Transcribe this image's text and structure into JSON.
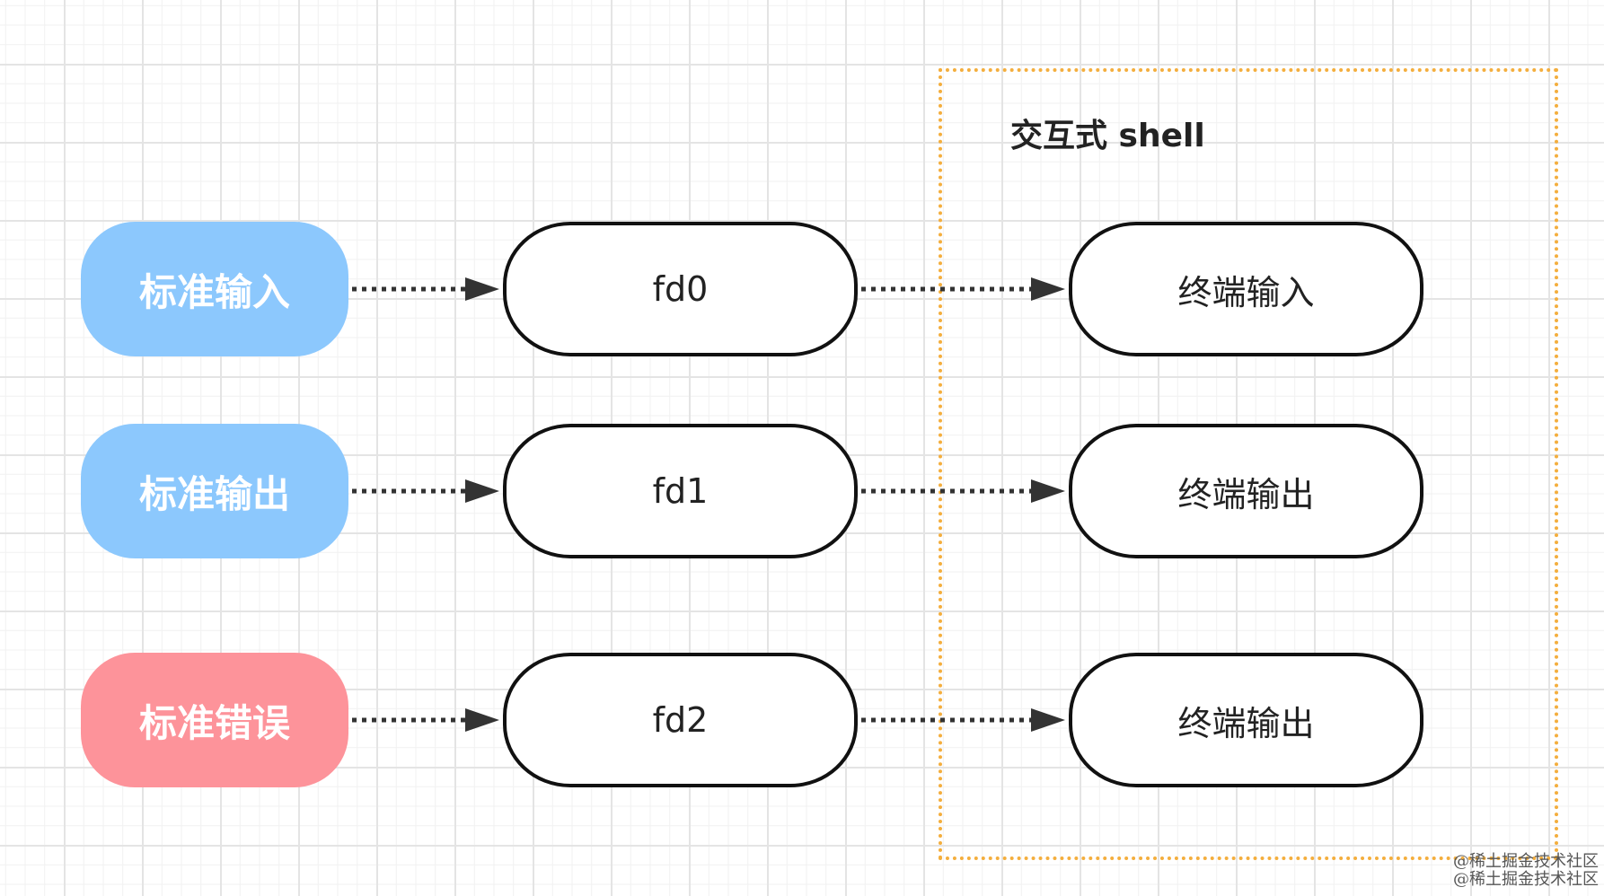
{
  "colors": {
    "input_source": "#8cc8fd",
    "output_source": "#8cc8fd",
    "error_source": "#fd939a",
    "group_border": "#f4ae3d",
    "node_border": "#111111",
    "arrow": "#333333"
  },
  "group": {
    "title": "交互式 shell"
  },
  "rows": [
    {
      "source": "标准输入",
      "fd": "fd0",
      "terminal": "终端输入"
    },
    {
      "source": "标准输出",
      "fd": "fd1",
      "terminal": "终端输出"
    },
    {
      "source": "标准错误",
      "fd": "fd2",
      "terminal": "终端输出"
    }
  ],
  "watermark": {
    "line1": "@稀土掘金技术社区",
    "line2": "@稀土掘金技术社区"
  }
}
